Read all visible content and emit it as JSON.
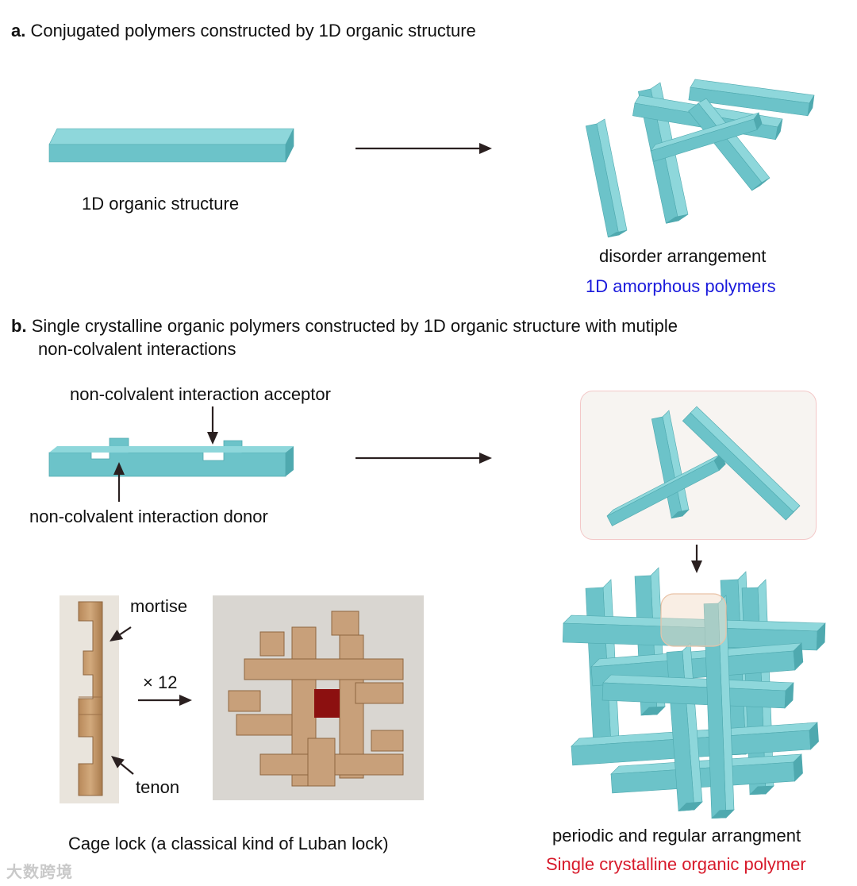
{
  "panel_a": {
    "letter": "a.",
    "title": "Conjugated polymers constructed by 1D organic structure",
    "label_left": "1D organic structure",
    "label_right": "disorder arrangement",
    "label_right_sub": "1D amorphous polymers"
  },
  "panel_b": {
    "letter": "b.",
    "title_line1": "Single crystalline organic polymers constructed by 1D organic structure with mutiple",
    "title_line2": "non-colvalent interactions",
    "acceptor_label": "non-colvalent interaction acceptor",
    "donor_label": "non-colvalent interaction donor",
    "mortise_label": "mortise",
    "tenon_label": "tenon",
    "multiplier": "× 12",
    "cage_caption": "Cage lock (a classical kind of Luban lock)",
    "right_caption": "periodic and regular arrangment",
    "right_caption_sub": "Single crystalline organic polymer"
  },
  "watermark": "大数跨境",
  "colors": {
    "bar_top": "#8ed7db",
    "bar_front": "#6cc3c9",
    "bar_side": "#4fa9af",
    "wood": "#c79c6e",
    "blue_text": "#1a1adc",
    "red_text": "#d7192a"
  }
}
